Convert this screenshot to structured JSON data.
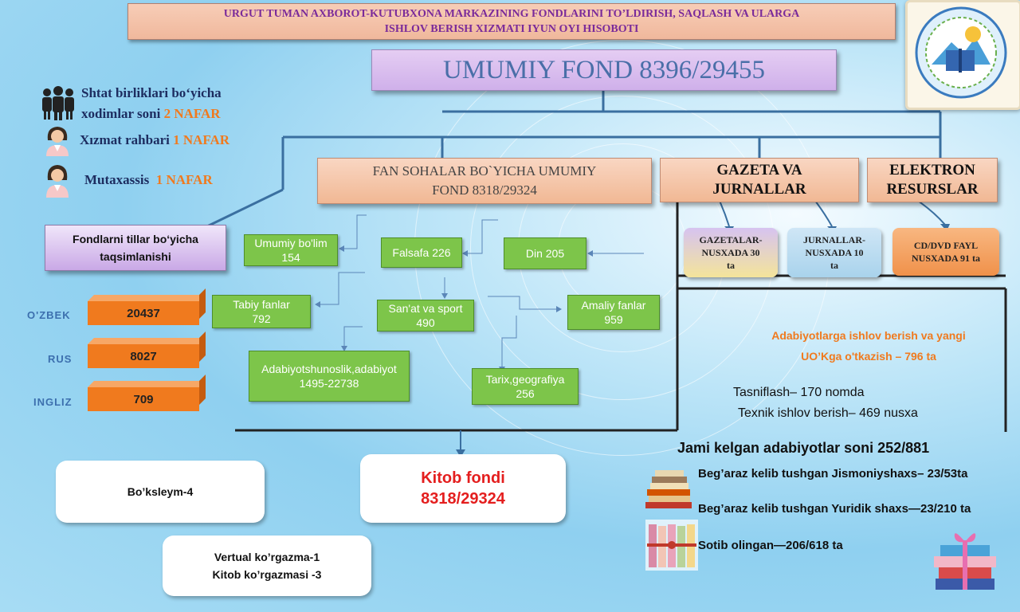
{
  "title": {
    "line1": "URGUT TUMAN AXBOROT-KUTUBXONA MARKAZINING FONDLARINI TO’LDIRISH, SAQLASH VA ULARGA",
    "line2": "ISHLOV BERISH  XIZMATI IYUN OYI  HISOBOTI"
  },
  "umumiy_fond": "UMUMIY FOND 8396/29455",
  "staff": {
    "shtat_line1": "Shtat birliklari bo‘yicha",
    "shtat_line2": "xodimlar soni",
    "shtat_value": "2 NAFAR",
    "rahbar_label": "Xızmat rahbari",
    "rahbar_value": "1 NAFAR",
    "mutaxassis_label": "Mutaxassis",
    "mutaxassis_value": "1 NAFAR"
  },
  "fan_sohalar": {
    "line1": "FAN SOHALAR BO`YICHA UMUMIY",
    "line2": "FOND 8318/29324"
  },
  "gazeta_jurnallar": {
    "line1": "GAZETA VA",
    "line2": "JURNALLAR"
  },
  "elektron": {
    "line1": "ELEKTRON",
    "line2": "RESURSLAR"
  },
  "sub_boxes": {
    "gazetalar": {
      "line1": "GAZETALAR-",
      "line2": "NUSXADA 30",
      "line3": "ta"
    },
    "jurnallar": {
      "line1": "JURNALLAR-",
      "line2": "NUSXADA 10",
      "line3": "ta"
    },
    "cd": {
      "line1": "CD/DVD FAYL",
      "line2": "NUSXADA 91 ta"
    }
  },
  "tillar_box": {
    "line1": "Fondlarni tillar bo‘yicha",
    "line2": "taqsimlanishi"
  },
  "languages": [
    {
      "label": "O'ZBEK",
      "value": "20437"
    },
    {
      "label": "RUS",
      "value": "8027"
    },
    {
      "label": "INGLIZ",
      "value": "709"
    }
  ],
  "categories": {
    "umumiy": {
      "line1": "Umumiy bo'lim",
      "line2": "154"
    },
    "falsafa": {
      "line1": "Falsafa 226"
    },
    "din": {
      "line1": "Din 205"
    },
    "tabiy": {
      "line1": "Tabiy fanlar",
      "line2": "792"
    },
    "sanat": {
      "line1": "San'at va sport",
      "line2": "490"
    },
    "amaliy": {
      "line1": "Amaliy fanlar",
      "line2": "959"
    },
    "adabiyot": {
      "line1": "Adabiyotshunoslik,adabiyot",
      "line2": "1495-22738"
    },
    "tarix": {
      "line1": "Tarix,geografiya",
      "line2": "256"
    }
  },
  "kitob_fondi": {
    "line1": "Kitob  fondi",
    "line2": "8318/29324"
  },
  "bookslayem": "Bo’ksleym-4",
  "korgazma": {
    "line1": "Vertual ko’rgazma-1",
    "line2": "Kitob ko’rgazmasi -3"
  },
  "adabiyot_ishlov": {
    "line1": "Adabiyotlarga ishlov berish va yangi",
    "line2": "UO’Kga o'tkazish – 796 ta"
  },
  "tasniflash": "Tasniflash– 170 nomda",
  "texnik": "Texnik ishlov berish– 469 nusxa",
  "jami": "Jami kelgan  adabiyotlar soni 252/881",
  "begaraz_jis": "Beg’araz kelib tushgan Jismoniyshaxs– 23/53ta",
  "begaraz_yur": "Beg’araz kelib tushgan Yuridik shaxs—23/210 ta",
  "sotib": "Sotib olingan—206/618 ta",
  "colors": {
    "orange": "#f07a1e",
    "green": "#7dc54a",
    "purple_text": "#7a2a9a",
    "blue_text": "#4a6fa8",
    "red_text": "#e41e1e"
  },
  "icons": [
    "team-icon",
    "woman-icon",
    "book-stack-icon",
    "books-shelf-icon",
    "gift-books-icon",
    "logo-emblem"
  ]
}
